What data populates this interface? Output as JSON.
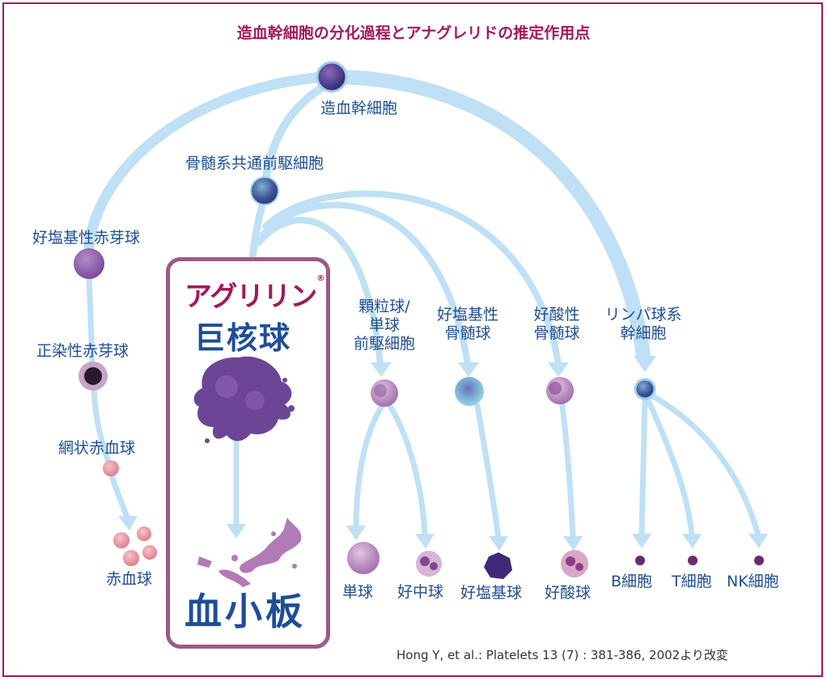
{
  "title": "造血幹細胞の分化過程とアナグレリドの推定作用点",
  "citation": "Hong Y, et al.: Platelets 13 (7) : 381-386, 2002より改変",
  "highlight": {
    "brand": "アグリリン",
    "trademark": "®",
    "megakaryocyte": "巨核球",
    "platelet": "血小板"
  },
  "labels": {
    "hsc": "造血幹細胞",
    "cmp": "骨髄系共通前駆細胞",
    "baso_erythroblast": "好塩基性赤芽球",
    "ortho_erythroblast": "正染性赤芽球",
    "reticulocyte": "網状赤血球",
    "erythrocyte": "赤血球",
    "gmp_line1": "顆粒球/",
    "gmp_line2": "単球",
    "gmp_line3": "前駆細胞",
    "baso_pro_line1": "好塩基性",
    "baso_pro_line2": "骨髄球",
    "eos_pro_line1": "好酸性",
    "eos_pro_line2": "骨髄球",
    "lymph_line1": "リンパ球系",
    "lymph_line2": "幹細胞",
    "monocyte": "単球",
    "neutrophil": "好中球",
    "basophil": "好塩基球",
    "eosinophil": "好酸球",
    "b_cell": "B細胞",
    "t_cell": "T細胞",
    "nk_cell": "NK細胞"
  },
  "colors": {
    "title": "#a3195b",
    "label": "#1f4e96",
    "arrow": "#bfe0f5",
    "box_border": "#9b5a88",
    "cell_purple": "#7b4a9e",
    "cell_pink": "#e99aa6"
  }
}
